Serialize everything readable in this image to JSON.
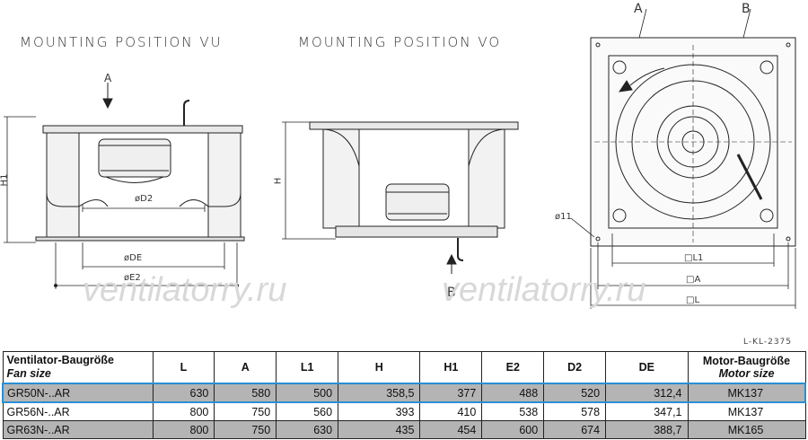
{
  "drawing": {
    "titles": {
      "vu": "MOUNTING POSITION VU",
      "vo": "MOUNTING POSITION VO"
    },
    "labels": {
      "a": "A",
      "b": "B",
      "h1": "H1",
      "h": "H",
      "d2": "øD2",
      "de": "øDE",
      "e2": "øE2",
      "hole": "ø11",
      "l1": "□L1",
      "a_sq": "□A",
      "l_sq": "□L"
    },
    "watermark": "ventilatorry.ru",
    "reference": "L-KL-2375"
  },
  "table": {
    "header": {
      "fan_size_de": "Ventilator-Baugröße",
      "fan_size_en": "Fan size",
      "cols": [
        "L",
        "A",
        "L1",
        "H",
        "H1",
        "E2",
        "D2",
        "DE"
      ],
      "motor_de": "Motor-Baugröße",
      "motor_en": "Motor size"
    },
    "rows": [
      {
        "model": "GR50N-..AR",
        "vals": [
          "630",
          "580",
          "500",
          "358,5",
          "377",
          "488",
          "520",
          "312,4"
        ],
        "motor": "MK137"
      },
      {
        "model": "GR56N-..AR",
        "vals": [
          "800",
          "750",
          "560",
          "393",
          "410",
          "538",
          "578",
          "347,1"
        ],
        "motor": "MK137"
      },
      {
        "model": "GR63N-..AR",
        "vals": [
          "800",
          "750",
          "630",
          "435",
          "454",
          "600",
          "674",
          "388,7"
        ],
        "motor": "MK165"
      }
    ]
  }
}
